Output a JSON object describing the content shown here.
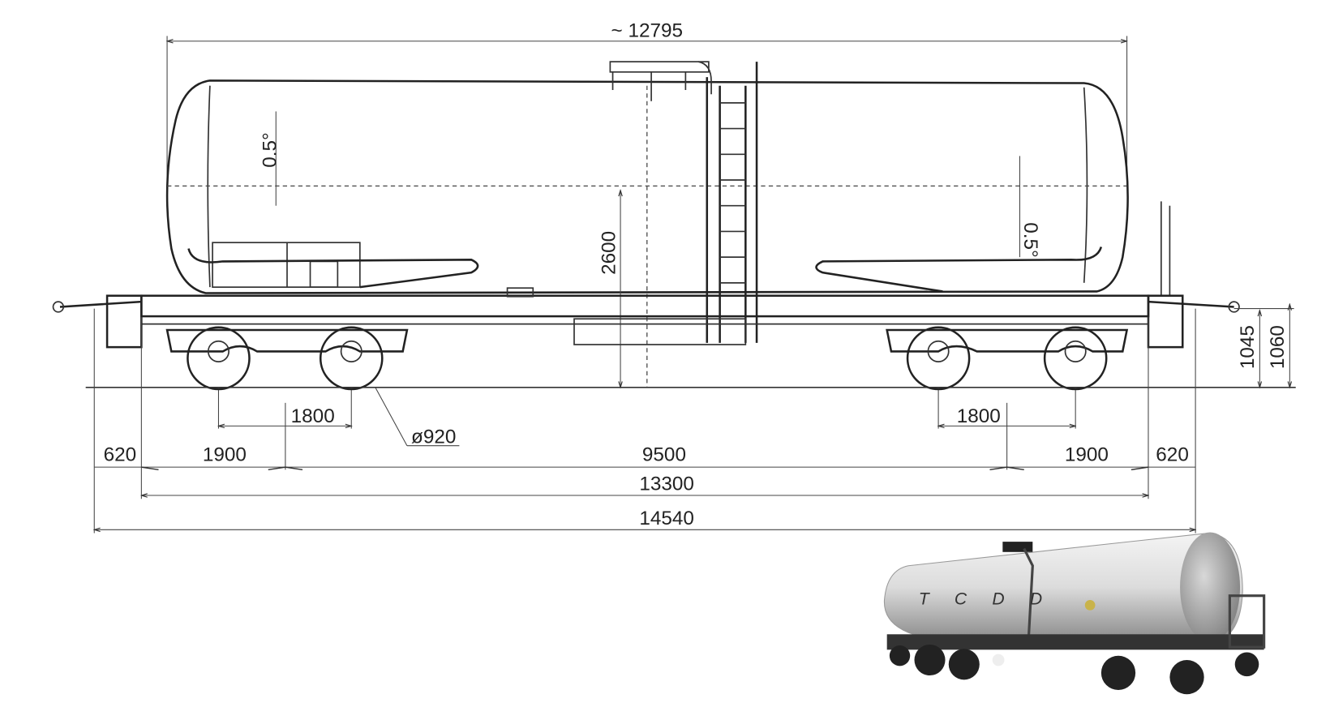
{
  "dimensions": {
    "tank_length": "~ 12795",
    "tilt_left": "0.5°",
    "tilt_right": "0.5°",
    "tank_height": "2600",
    "bogie_wheelbase_left": "1800",
    "bogie_wheelbase_right": "1800",
    "wheel_diameter": "ø920",
    "overhang_left": "620",
    "bogie_offset_left": "1900",
    "bogie_centers": "9500",
    "bogie_offset_right": "1900",
    "overhang_right": "620",
    "frame_length": "13300",
    "length_over_couplers": "14540",
    "coupler_height": "1045",
    "buffer_height": "1060"
  },
  "photo": {
    "lettering": "T C D D"
  }
}
